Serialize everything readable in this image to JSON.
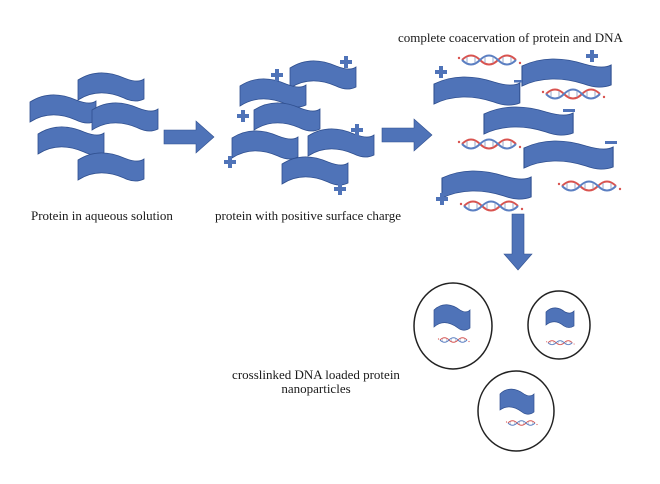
{
  "labels": {
    "stage1": "Protein in aqueous solution",
    "stage2": "protein with positive surface charge",
    "stage3": "complete coacervation of protein and DNA",
    "stage4_line1": "crosslinked DNA loaded protein",
    "stage4_line2": "nanoparticles"
  },
  "colors": {
    "protein": "#4f73b8",
    "protein_edge": "#2f4f8f",
    "arrow": "#4f73b8",
    "charge": "#4f73b8",
    "dna_a": "#d9534f",
    "dna_b": "#5b7fc2",
    "circle": "#222222"
  },
  "icons": [
    "protein-ribbon-icon",
    "plus-charge-icon",
    "minus-charge-icon",
    "dna-helix-icon",
    "right-arrow-icon",
    "down-arrow-icon"
  ]
}
